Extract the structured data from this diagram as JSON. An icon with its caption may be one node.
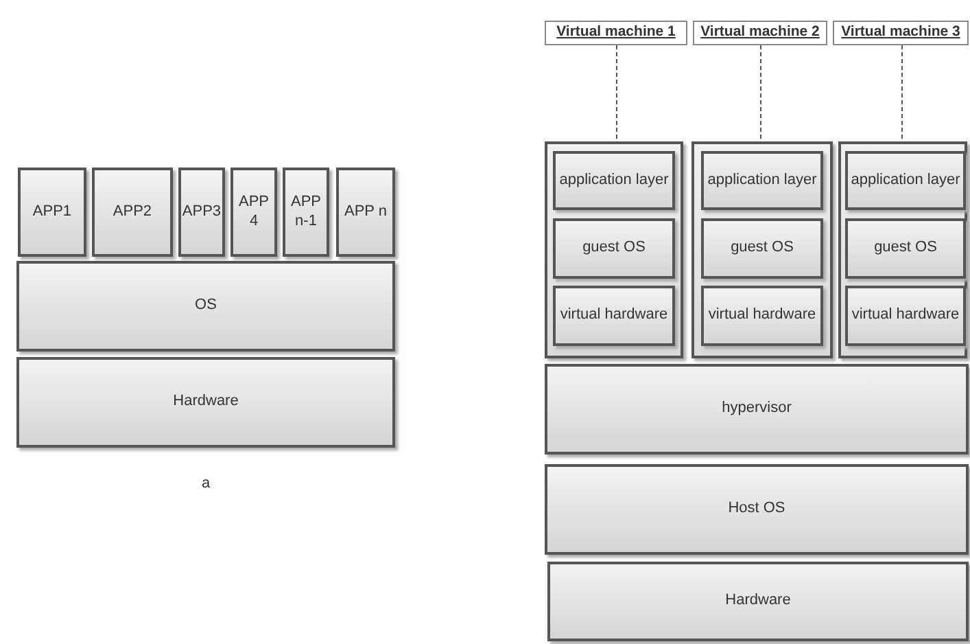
{
  "diagram": {
    "nodes": [
      {
        "text": [
          "APP1"
        ]
      },
      {
        "text": [
          "APP2"
        ]
      },
      {
        "text": [
          "APP3"
        ]
      },
      {
        "text": [
          "APP 4"
        ]
      },
      {
        "text": [
          "APP n-1"
        ]
      },
      {
        "text": [
          "APP n"
        ]
      },
      {
        "text": [
          "OS"
        ]
      },
      {
        "text": [
          "Hardware"
        ]
      },
      {
        "text": [
          "Virtual machine 1"
        ]
      },
      {
        "text": [
          "Virtual machine 2"
        ]
      },
      {
        "text": [
          "Virtual machine 3"
        ]
      },
      {
        "text": [],
        "shape": "box"
      },
      {
        "text": [
          "application layer"
        ],
        "in": 11
      },
      {
        "text": [
          "guest OS"
        ],
        "in": 11
      },
      {
        "text": [
          "virtual hardware"
        ],
        "in": 11
      },
      {
        "text": [],
        "shape": "box"
      },
      {
        "text": [
          "application layer"
        ],
        "in": 15
      },
      {
        "text": [
          "guest OS"
        ],
        "in": 15
      },
      {
        "text": [
          "virtual hardware"
        ],
        "in": 15
      },
      {
        "text": [],
        "shape": "box"
      },
      {
        "text": [
          "application layer"
        ],
        "in": 19
      },
      {
        "text": [
          "guest OS"
        ],
        "in": 19
      },
      {
        "text": [
          "virtual hardware"
        ],
        "in": 19
      },
      {
        "text": [
          "hypervisor"
        ]
      },
      {
        "text": [
          "Host OS"
        ]
      },
      {
        "text": [
          "Hardware"
        ]
      }
    ],
    "edges": [
      {
        "from": 8,
        "to": 11,
        "arrow": "none",
        "style": "dashed"
      },
      {
        "from": 9,
        "to": 15,
        "arrow": "none",
        "style": "dashed"
      },
      {
        "from": 10,
        "to": 19,
        "arrow": "none",
        "style": "dashed"
      }
    ],
    "labels": [
      "a"
    ]
  }
}
